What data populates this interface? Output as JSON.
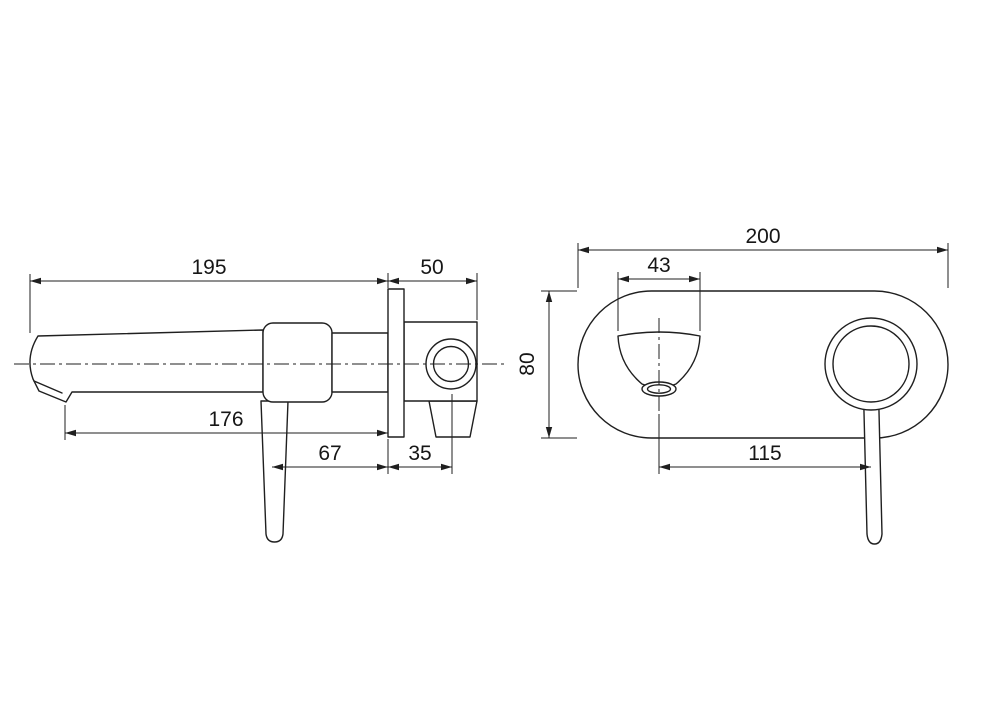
{
  "meta": {
    "background_color": "#ffffff",
    "line_color": "#1f1f1f"
  },
  "side_view": {
    "dimensions": {
      "spout_projection": "195",
      "body_depth": "50",
      "aerator_to_wall": "176",
      "handle_to_wall": "67",
      "wall_to_cartridge": "35"
    }
  },
  "front_view": {
    "dimensions": {
      "plate_width": "200",
      "spout_width": "43",
      "plate_height": "80",
      "spout_to_handle": "115"
    }
  }
}
